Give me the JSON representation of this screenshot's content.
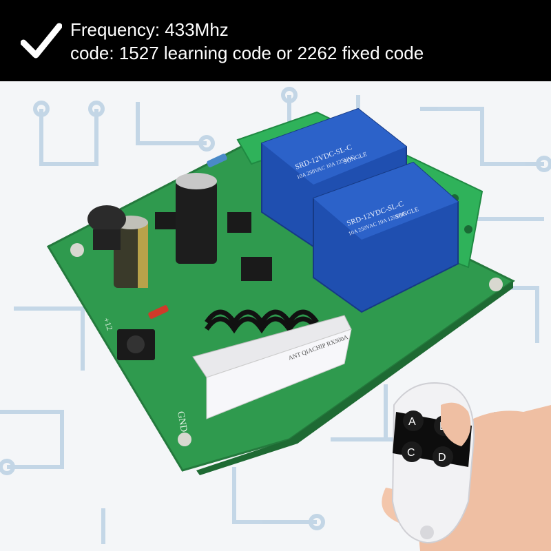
{
  "banner": {
    "check_icon": "checkmark-icon",
    "line1": "Frequency: 433Mhz",
    "line2": "code: 1527 learning code or 2262 fixed code"
  },
  "colors": {
    "banner_bg": "#000000",
    "banner_text": "#ffffff",
    "pcb": "#2f9a4e",
    "relay": "#1f4fb0",
    "terminal": "#2fb25a",
    "trace": "#a9c4dc"
  },
  "board": {
    "relay_top": {
      "line1": "SRD-12VDC-SL-C",
      "line2": "10A 250VAC  10A 125VAC",
      "brand": "SONGLE"
    },
    "relay_bottom": {
      "line1": "SRD-12VDC-SL-C",
      "line2": "10A 250VAC  10A 125VAC",
      "brand": "SONGLE"
    },
    "module_label": "ANT QIACHIP RX500A",
    "gnd_label": "GND",
    "plus12_label": "+12"
  },
  "remote": {
    "buttons": [
      "A",
      "B",
      "C",
      "D"
    ]
  }
}
